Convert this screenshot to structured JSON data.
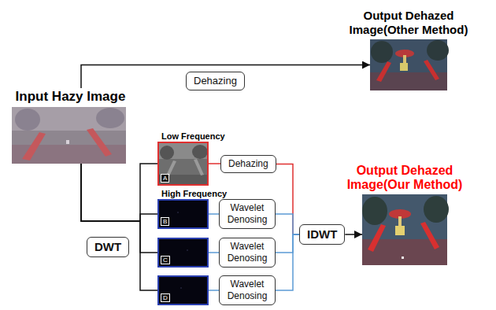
{
  "diagram": {
    "nodes": [
      {
        "text": [
          "Input Hazy Image"
        ]
      },
      {
        "text": [
          "Dehazing"
        ]
      },
      {
        "text": [
          "Output Dehazed Image(Other Method)"
        ]
      },
      {
        "text": [
          "Low Frequency",
          "A"
        ]
      },
      {
        "text": [
          "Dehazing"
        ]
      },
      {
        "text": [
          "High Frequency",
          "B"
        ]
      },
      {
        "text": [
          "C"
        ]
      },
      {
        "text": [
          "D"
        ]
      },
      {
        "text": [
          "Wavelet Denosing"
        ]
      },
      {
        "text": [
          "Wavelet Denosing"
        ]
      },
      {
        "text": [
          "Wavelet Denosing"
        ]
      },
      {
        "text": [
          "DWT"
        ]
      },
      {
        "text": [
          "IDWT"
        ]
      },
      {
        "text": [
          "Output Dehazed Image(Our Method)"
        ]
      }
    ],
    "edges": [
      {
        "from": 0,
        "to": 2,
        "arrow": "to"
      },
      {
        "from": 0,
        "to": 3,
        "arrow": "none"
      },
      {
        "from": 0,
        "to": 5,
        "arrow": "none"
      },
      {
        "from": 0,
        "to": 6,
        "arrow": "none"
      },
      {
        "from": 0,
        "to": 7,
        "arrow": "none"
      },
      {
        "from": 3,
        "to": 4,
        "arrow": "none"
      },
      {
        "from": 5,
        "to": 8,
        "arrow": "none"
      },
      {
        "from": 6,
        "to": 9,
        "arrow": "none"
      },
      {
        "from": 7,
        "to": 10,
        "arrow": "none"
      },
      {
        "from": 4,
        "to": 12,
        "arrow": "none"
      },
      {
        "from": 8,
        "to": 12,
        "arrow": "none"
      },
      {
        "from": 9,
        "to": 12,
        "arrow": "none"
      },
      {
        "from": 10,
        "to": 12,
        "arrow": "none"
      },
      {
        "from": 12,
        "to": 13,
        "arrow": "to"
      }
    ]
  }
}
